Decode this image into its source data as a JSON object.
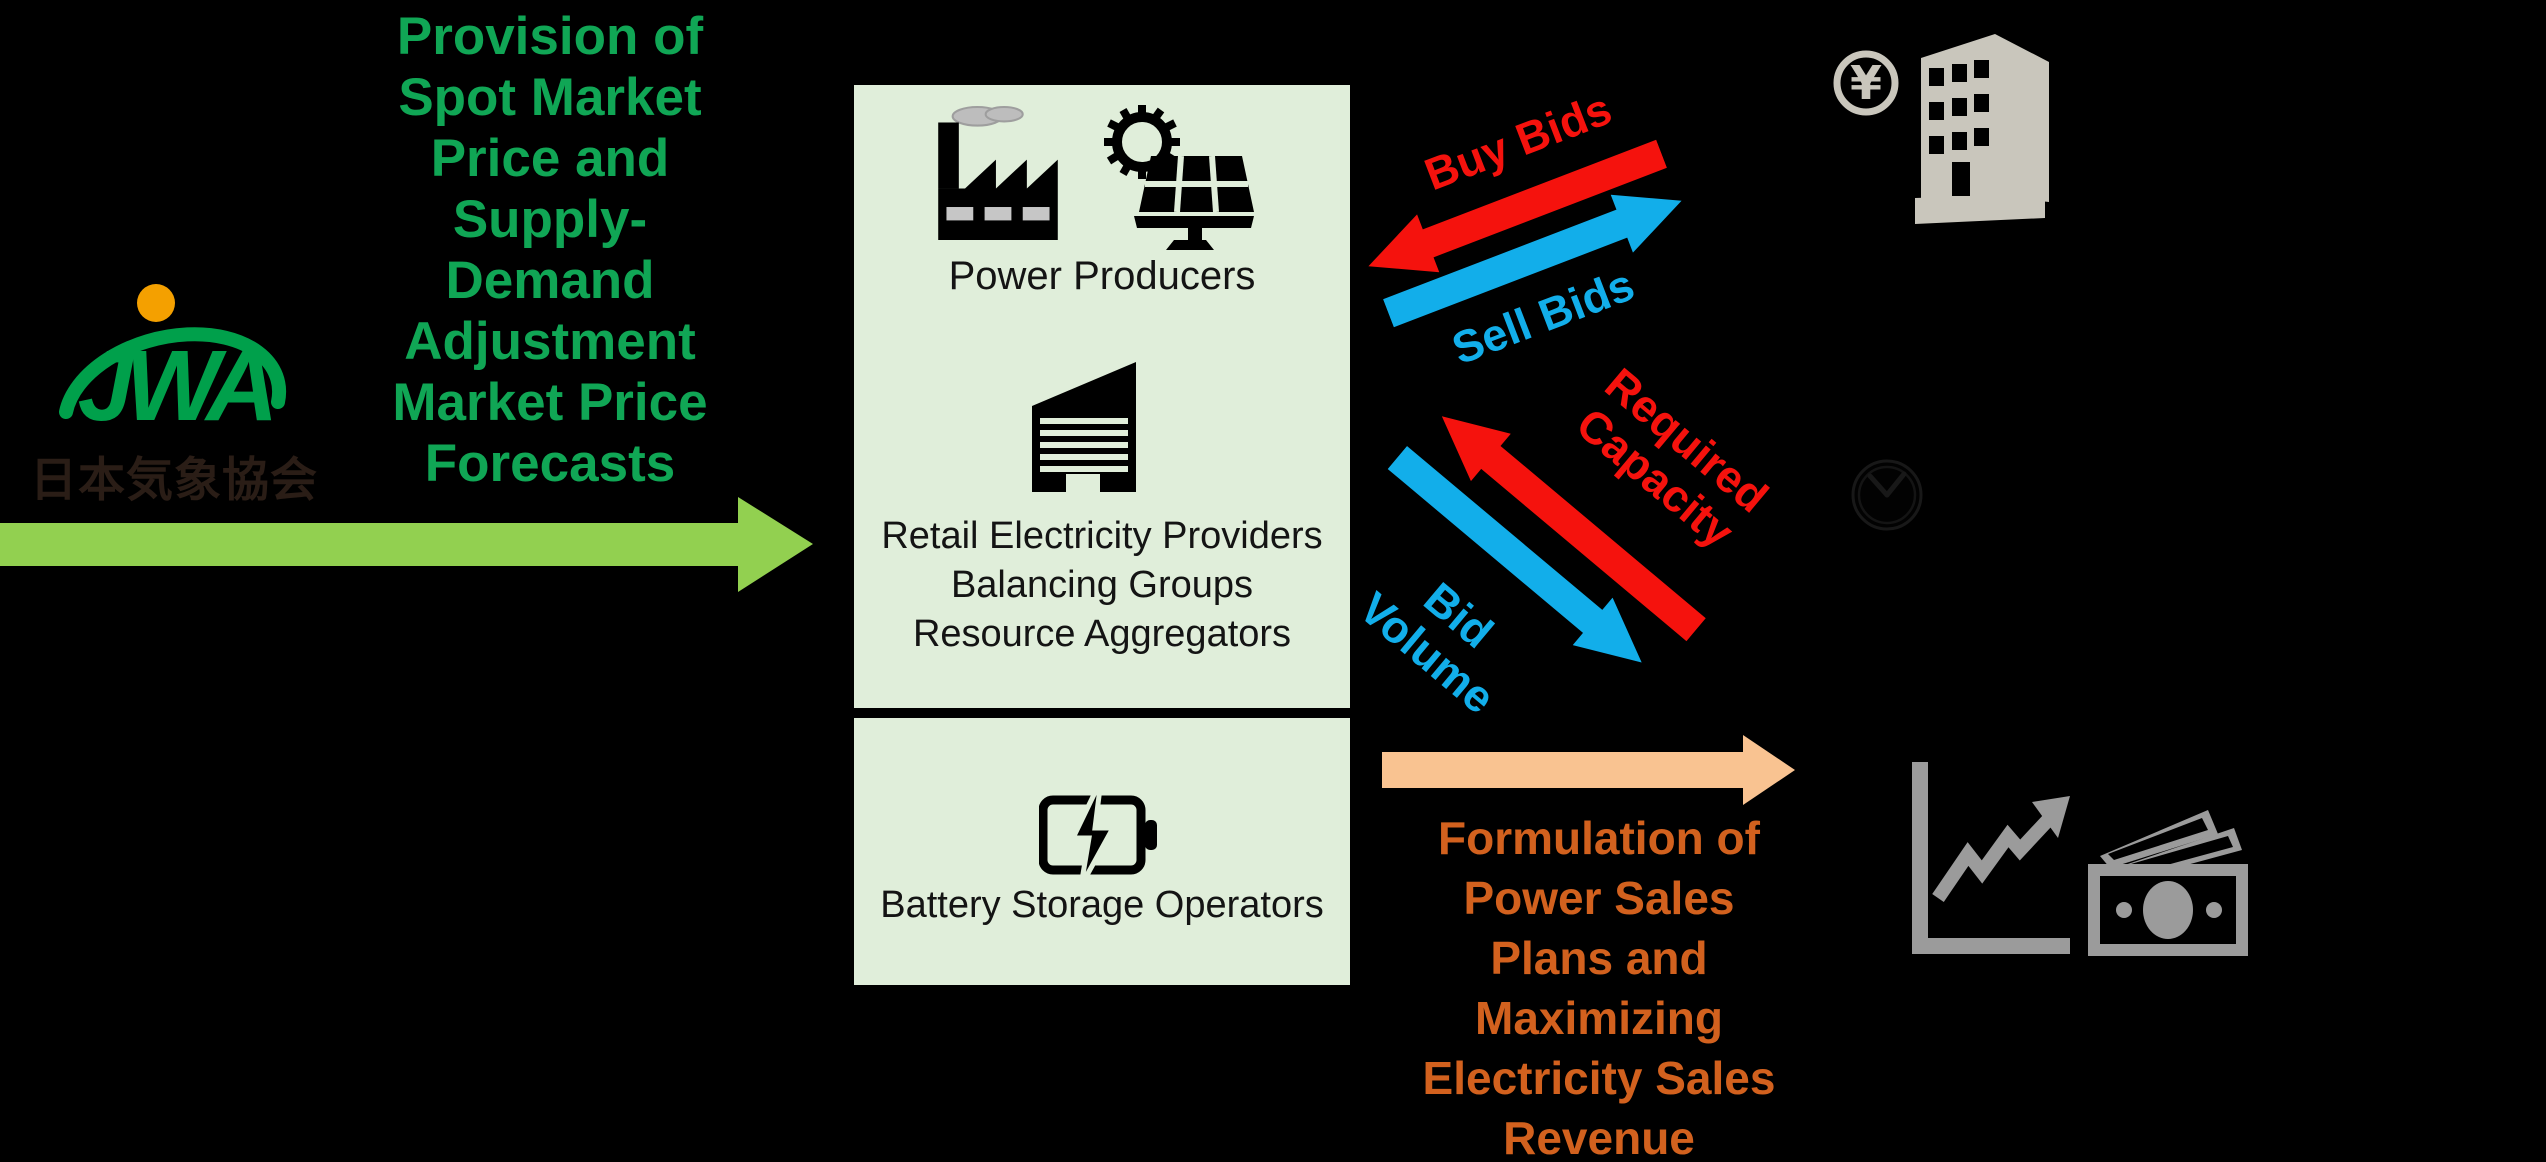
{
  "title": "JWA forecast provision and battery storage market participation diagram",
  "jwa": {
    "logo_letters": "JWA",
    "org_name_ja": "日本気象協会"
  },
  "forecast": {
    "lines": [
      "Provision of",
      "Spot Market",
      "Price and",
      "Supply-",
      "Demand",
      "Adjustment",
      "Market Price",
      "Forecasts"
    ]
  },
  "participants": {
    "power_producers": "Power Producers",
    "retail_lines": [
      "Retail Electricity Providers",
      "Balancing Groups",
      "Resource Aggregators"
    ],
    "battery": "Battery Storage Operators"
  },
  "market": {
    "buy_bids": "Buy Bids",
    "sell_bids": "Sell Bids",
    "required_capacity_lines": [
      "Required",
      "Capacity"
    ],
    "bid_volume_lines": [
      "Bid",
      "Volume"
    ],
    "yen_symbol": "¥"
  },
  "outcome": {
    "lines": [
      "Formulation of",
      "Power Sales",
      "Plans and",
      "Maximizing",
      "Electricity Sales",
      "Revenue"
    ]
  },
  "icons": {
    "jwa_logo": "jwa-logo",
    "factory": "factory-icon",
    "solar_panel": "solar-panel-icon",
    "office_building": "office-building-icon",
    "battery": "battery-charging-icon",
    "yen_coin": "yen-circle-icon",
    "market_building": "building-3d-icon",
    "clock": "clock-icon",
    "chart_rising": "line-chart-icon",
    "banknotes": "banknotes-icon"
  },
  "colors": {
    "background": "#000000",
    "forecast_green": "#10A655",
    "arrow_light_green": "#92D050",
    "box_fill": "#E0EEDA",
    "bid_red": "#F5120D",
    "bid_blue": "#12AEEA",
    "outcome_orange": "#D2611E",
    "outcome_arrow_peach": "#F9C391",
    "market_gray": "#C9C6BC",
    "result_gray": "#9B9B9B",
    "jwa_green": "#00A04B",
    "jwa_orange": "#F4A000"
  }
}
